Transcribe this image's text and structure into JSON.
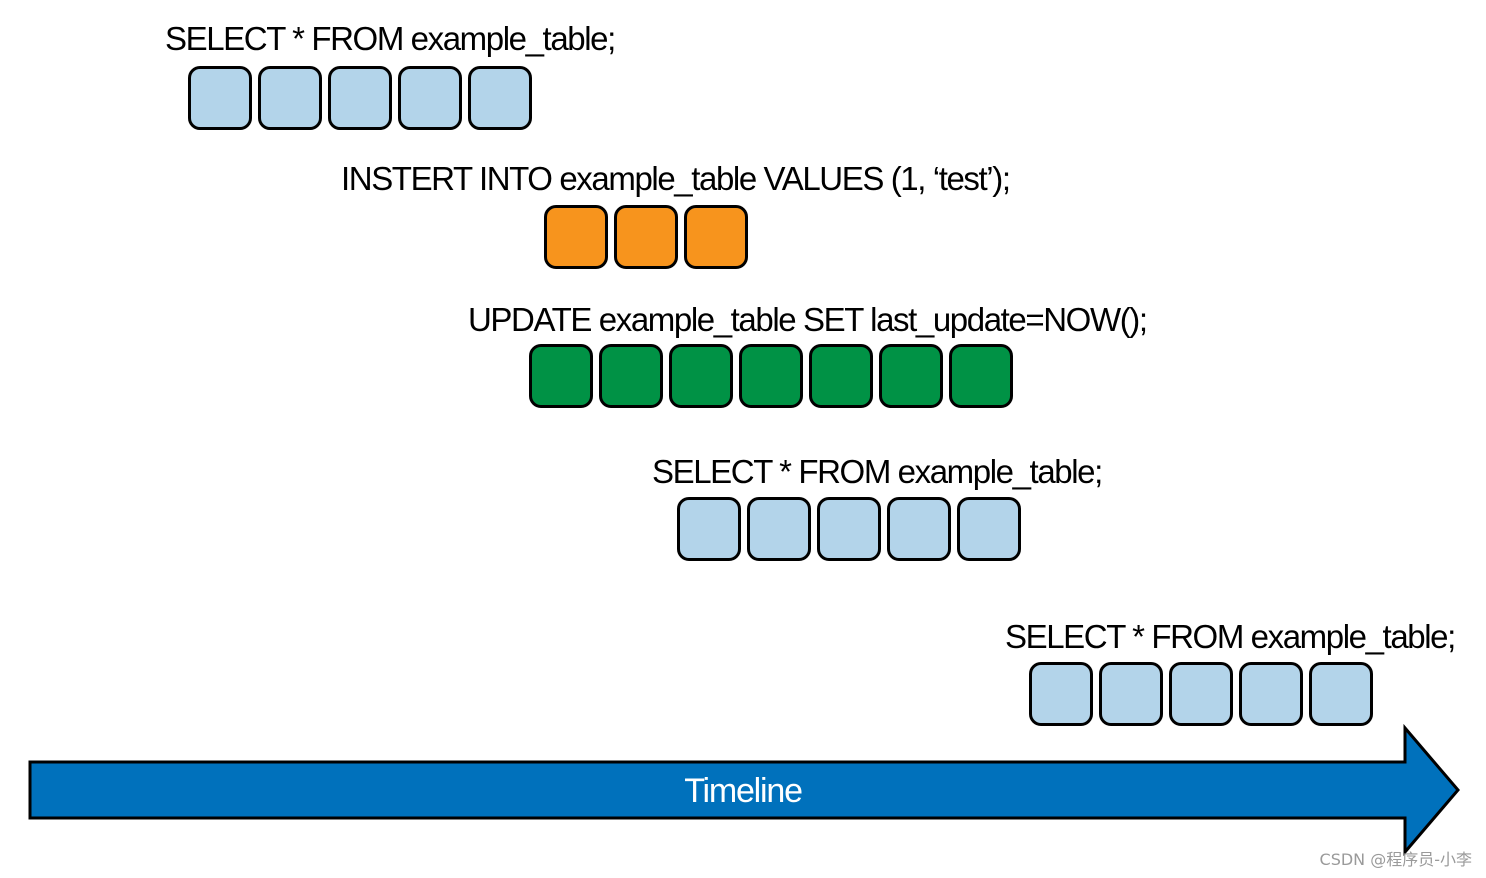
{
  "queries": [
    {
      "label": "SELECT * FROM example_table;",
      "block_count": 5,
      "color": "#b3d4ea"
    },
    {
      "label": "INSTERT INTO  example_table VALUES (1, ‘test’);",
      "block_count": 3,
      "color": "#f7941d"
    },
    {
      "label": "UPDATE example_table SET last_update=NOW();",
      "block_count": 7,
      "color": "#009245"
    },
    {
      "label": "SELECT * FROM example_table;",
      "block_count": 5,
      "color": "#b3d4ea"
    },
    {
      "label": "SELECT * FROM example_table;",
      "block_count": 5,
      "color": "#b3d4ea"
    }
  ],
  "timeline": {
    "label": "Timeline",
    "color": "#0071bc"
  },
  "watermark": "CSDN @程序员-小李"
}
